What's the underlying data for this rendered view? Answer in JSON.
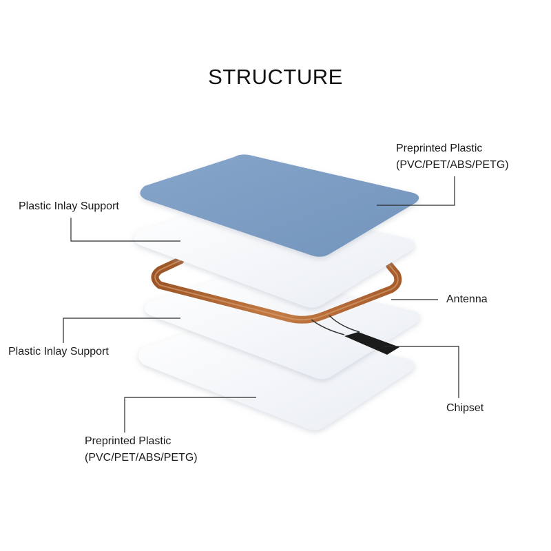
{
  "title": "STRUCTURE",
  "layers": [
    {
      "id": "top-preprinted",
      "lines": [
        "Preprinted Plastic",
        "(PVC/PET/ABS/PETG)"
      ]
    },
    {
      "id": "top-inlay",
      "lines": [
        "Plastic Inlay Support"
      ]
    },
    {
      "id": "antenna",
      "lines": [
        "Antenna"
      ]
    },
    {
      "id": "chipset",
      "lines": [
        "Chipset"
      ]
    },
    {
      "id": "bottom-inlay",
      "lines": [
        "Plastic Inlay Support"
      ]
    },
    {
      "id": "bottom-preprinted",
      "lines": [
        "Preprinted Plastic",
        "(PVC/PET/ABS/PETG)"
      ]
    }
  ],
  "colors": {
    "top_card": "#7b9bc1",
    "white_card": "#f2f4f8",
    "antenna": "#b86a35",
    "chip": "#1b1b1b",
    "leader_line": "#2a2a2a"
  }
}
